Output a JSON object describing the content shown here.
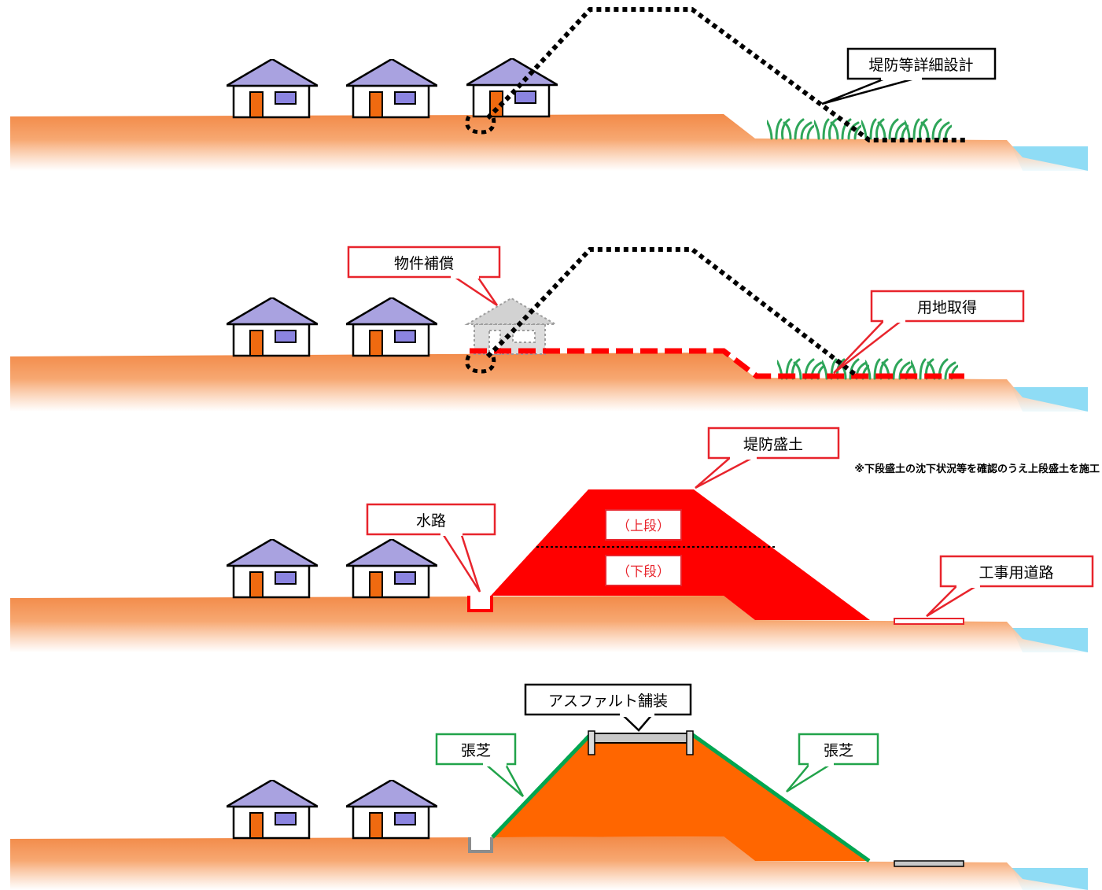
{
  "labels": {
    "design": "堤防等詳細設計",
    "compensation": "物件補償",
    "land_acquisition": "用地取得",
    "embankment": "堤防盛土",
    "embankment_note": "※下段盛土の沈下状況等を確認のうえ上段盛土を施工",
    "upper_stage": "（上段）",
    "lower_stage": "（下段）",
    "waterway": "水路",
    "construction_road": "工事用道路",
    "asphalt": "アスファルト舗装",
    "turf_left": "張芝",
    "turf_right": "張芝"
  },
  "colors": {
    "ground": "#f6a46a",
    "ground_edge": "#f08d4c",
    "embankment_red": "#ff0000",
    "embankment_orange": "#ff6600",
    "turf_green": "#00a650",
    "water": "#8fdcf5",
    "roof": "#a9a2e0",
    "door": "#f06a10",
    "window": "#8b84e0",
    "grass": "#2fa65a",
    "callout_black": "#000000",
    "callout_red": "#e8242c",
    "callout_green": "#21a34a",
    "pavement": "#c8c8c8"
  }
}
